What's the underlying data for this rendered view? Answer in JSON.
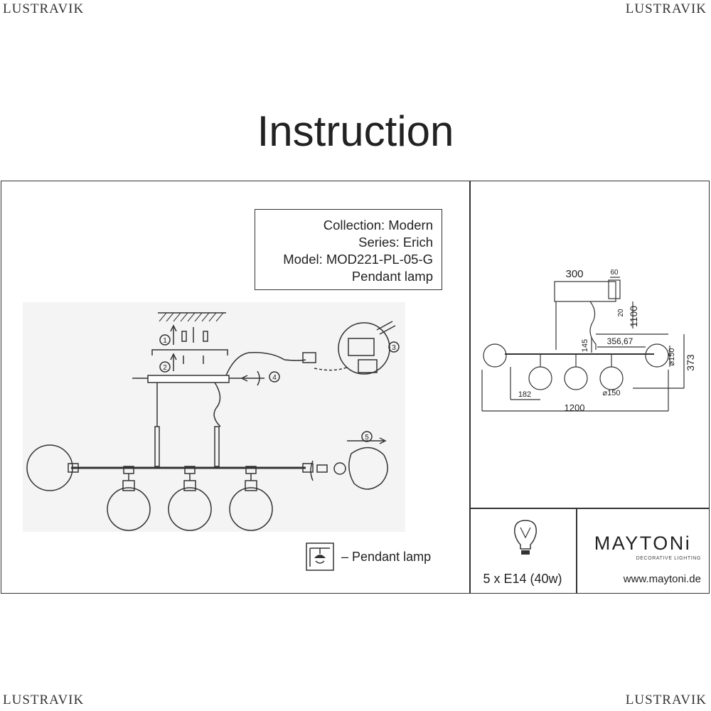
{
  "watermark": "LUSTRAVIK",
  "title": "Instruction",
  "product": {
    "collection": "Collection: Modern",
    "series": "Series: Erich",
    "model": "Model: MOD221-PL-05-G",
    "type": "Pendant lamp"
  },
  "steps": [
    "1",
    "2",
    "3",
    "4",
    "5"
  ],
  "legend": "– Pendant lamp",
  "dimensions": {
    "canopy_length": "300",
    "canopy_width": "60",
    "canopy_height": "20",
    "max_height": "1100",
    "drop": "145",
    "arm_spacing": "356,67",
    "shade_diameter_side": "⌀150",
    "shade_diameter_bottom": "⌀150",
    "body_height": "373",
    "inner_offset": "182",
    "total_length": "1200"
  },
  "bulb_spec": "5 x E14 (40w)",
  "brand": {
    "name": "MAYTONi",
    "tagline": "DECORATIVE LIGHTING",
    "website": "www.maytoni.de"
  }
}
